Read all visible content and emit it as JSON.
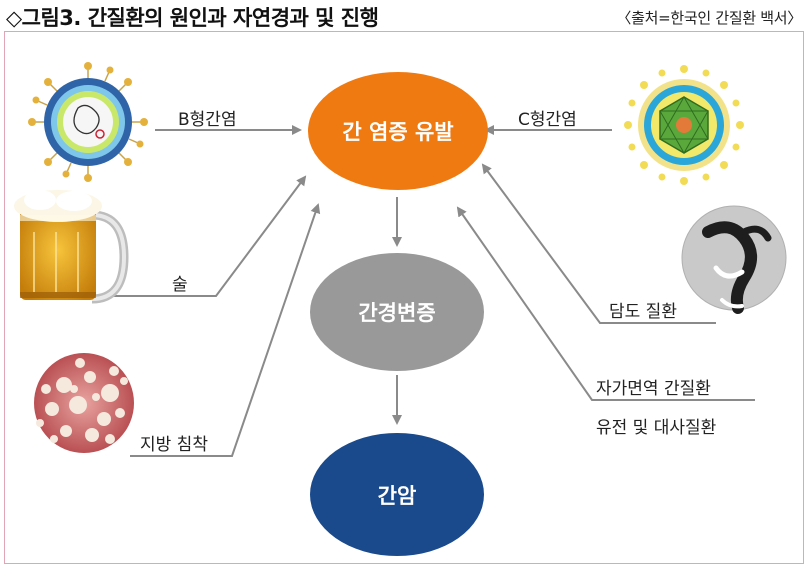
{
  "header": {
    "title": "◇그림3. 간질환의 원인과 자연경과 및 진행",
    "source": "〈출처=한국인 간질환 백서〉"
  },
  "nodes": {
    "inflammation": {
      "label": "간 염증 유발",
      "color": "#ef7a12"
    },
    "cirrhosis": {
      "label": "간경변증",
      "color": "#999999"
    },
    "cancer": {
      "label": "간암",
      "color": "#1a4a8c"
    }
  },
  "causes": {
    "hepatitis_b": "B형간염",
    "hepatitis_c": "C형간염",
    "alcohol": "술",
    "fatty_liver": "지방 침착",
    "biliary": "담도 질환",
    "autoimmune": "자가면역 간질환",
    "genetic": "유전 및 대사질환"
  },
  "colors": {
    "arrow": "#8a8a8a",
    "frame": "#e2a5b6"
  }
}
